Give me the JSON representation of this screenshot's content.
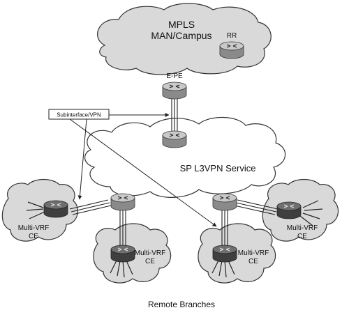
{
  "labels": {
    "mpls_line1": "MPLS",
    "mpls_line2": "MAN/Campus",
    "rr": "RR",
    "epe": "E-PE",
    "subinterface": "Subinterface/VPN",
    "sp_service": "SP L3VPN Service",
    "ce_left_1": "Multi-VRF",
    "ce_left_2": "CE",
    "ce_bl_1": "Multi-VRF",
    "ce_bl_2": "CE",
    "ce_bc_1": "Multi-VRF",
    "ce_bc_2": "CE",
    "ce_right_1": "Multi-VRF",
    "ce_right_2": "CE",
    "remote_branches": "Remote Branches"
  },
  "colors": {
    "grey_cloud": "#d9d9d9",
    "router_top": "#c9c9c9",
    "router_side": "#8a8a8a",
    "router_dark_top": "#6f6f6f",
    "router_dark_side": "#3f3f3f"
  }
}
